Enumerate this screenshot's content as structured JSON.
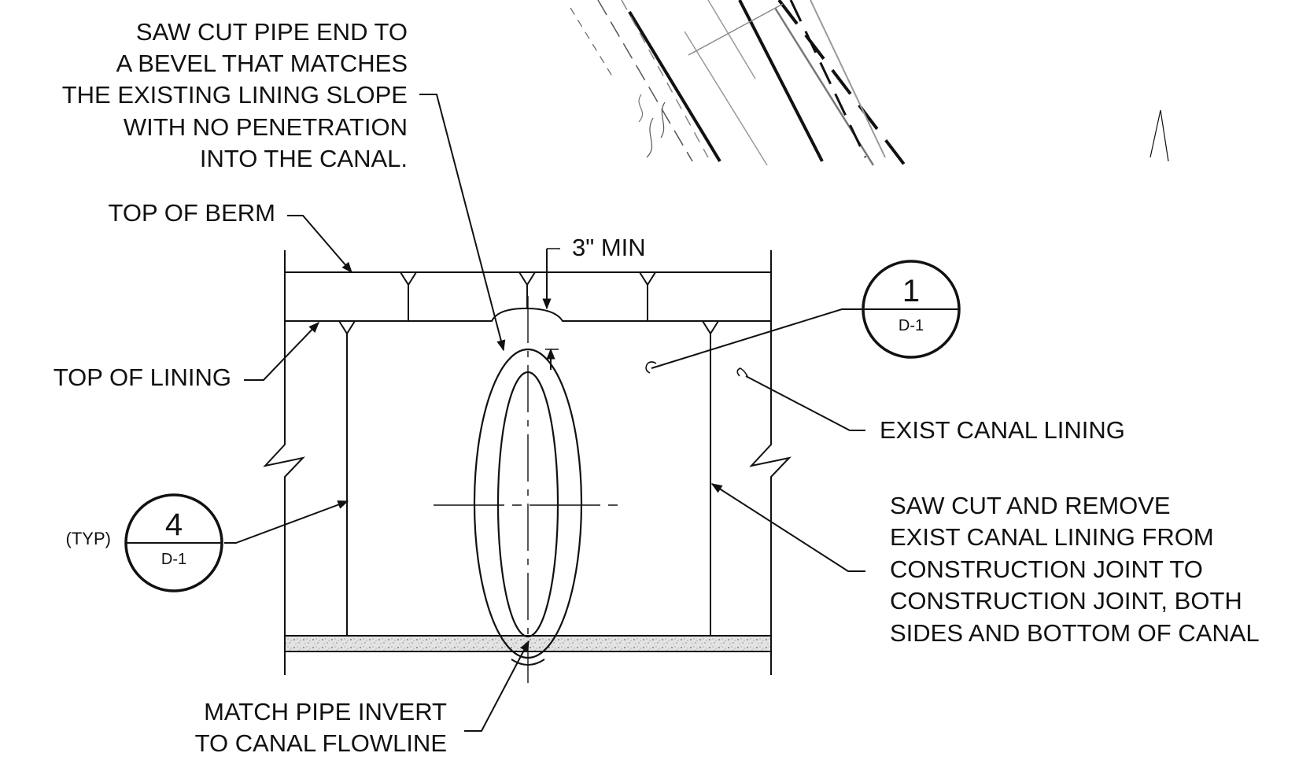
{
  "notes": {
    "saw_cut_pipe": [
      "SAW CUT PIPE END TO",
      "A BEVEL THAT MATCHES",
      "THE EXISTING LINING SLOPE",
      "WITH NO PENETRATION",
      "INTO THE CANAL."
    ],
    "top_of_berm": "TOP OF BERM",
    "three_in_min": "3\" MIN",
    "top_of_lining": "TOP OF LINING",
    "exist_canal_lining": "EXIST CANAL LINING",
    "saw_cut_remove": [
      "SAW CUT AND REMOVE",
      "EXIST CANAL LINING FROM",
      "CONSTRUCTION JOINT TO",
      "CONSTRUCTION JOINT, BOTH",
      "SIDES AND BOTTOM OF CANAL"
    ],
    "typ": "(TYP)",
    "match_pipe_invert": [
      "MATCH PIPE INVERT",
      "TO CANAL FLOWLINE"
    ]
  },
  "detail_bubbles": {
    "bubble_1": {
      "number": "1",
      "sheet": "D-1"
    },
    "bubble_4": {
      "number": "4",
      "sheet": "D-1"
    }
  },
  "colors": {
    "line": "#111111",
    "gray_line": "#888888",
    "concrete_fill": "#d9d9d9"
  }
}
